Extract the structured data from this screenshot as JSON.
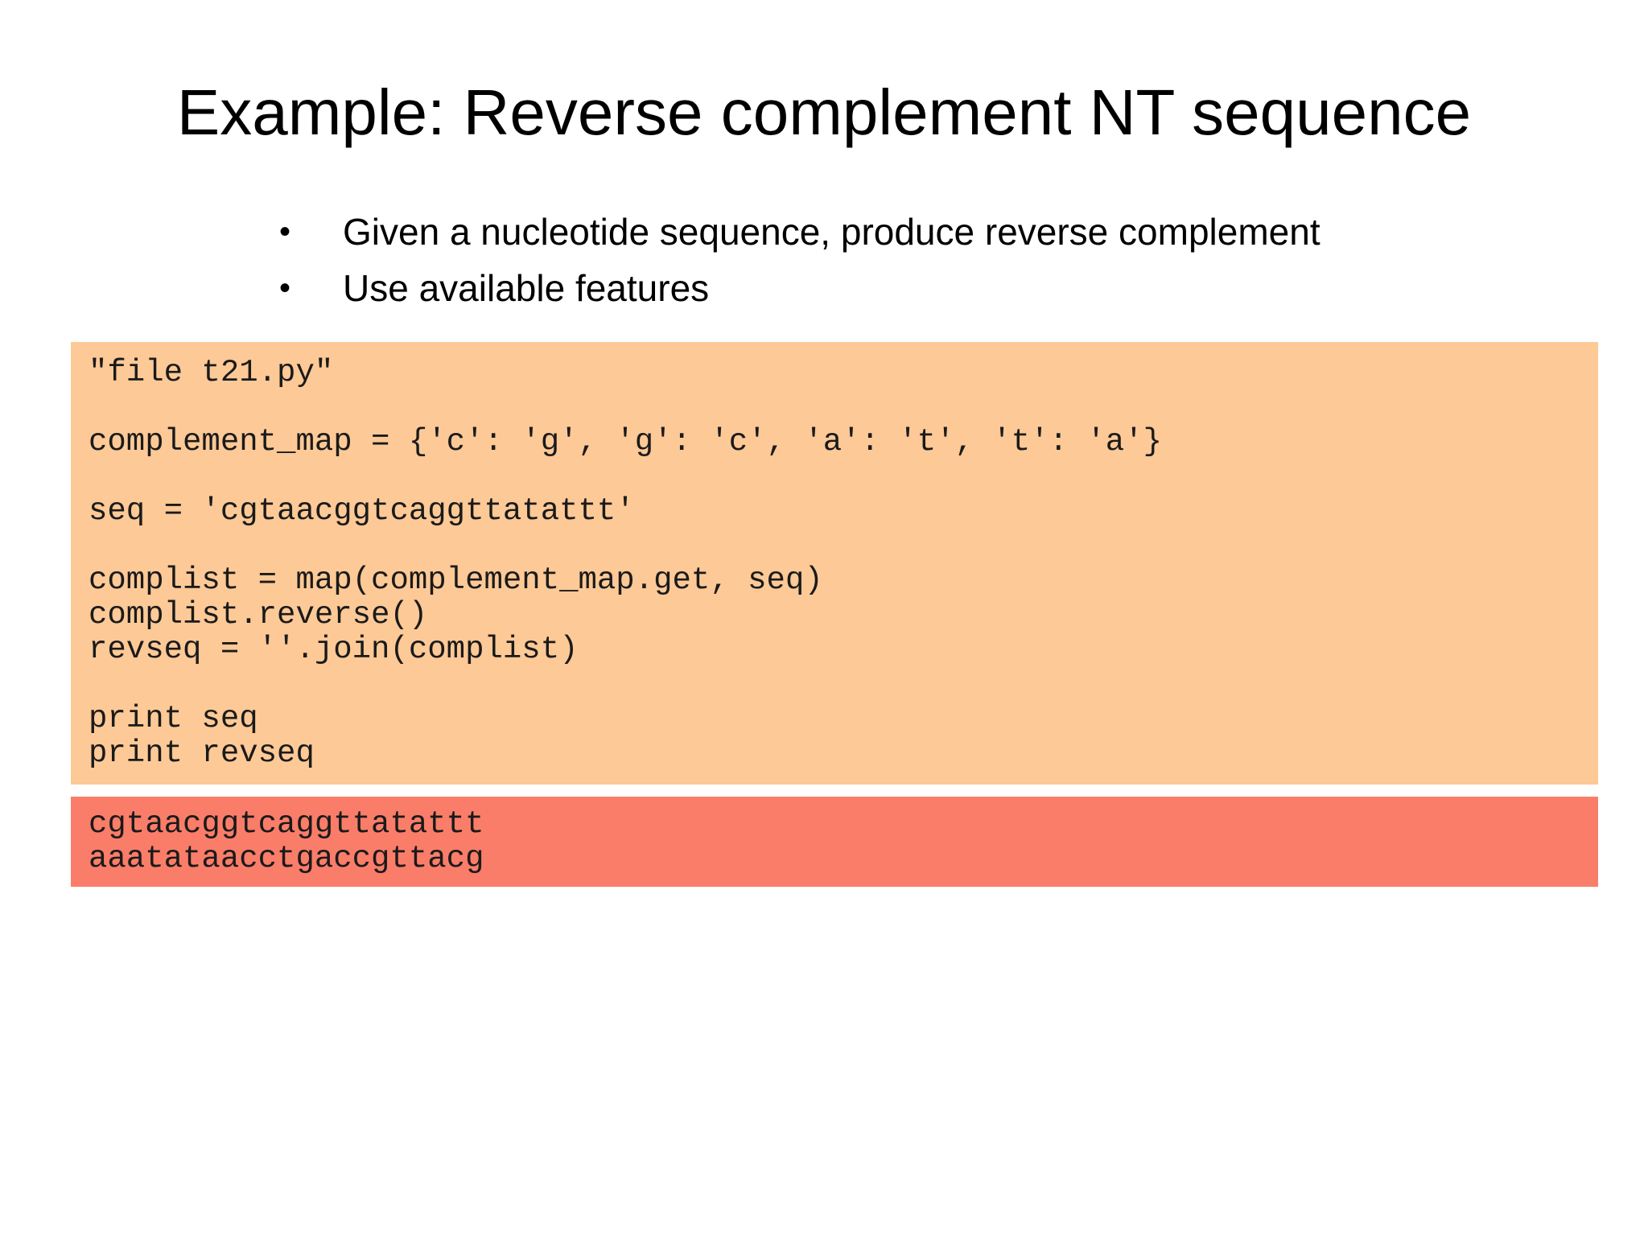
{
  "slide": {
    "title": "Example: Reverse complement NT sequence",
    "bullet_marker": "•",
    "bullets": [
      "Given a nucleotide sequence, produce reverse complement",
      "Use available features"
    ],
    "code_block": {
      "background": "#FDC996",
      "text_color": "#1a1a1a",
      "lines": [
        "\"file t21.py\"",
        "",
        "complement_map = {'c': 'g', 'g': 'c', 'a': 't', 't': 'a'}",
        "",
        "seq = 'cgtaacggtcaggttatattt'",
        "",
        "complist = map(complement_map.get, seq)",
        "complist.reverse()",
        "revseq = ''.join(complist)",
        "",
        "print seq",
        "print revseq"
      ]
    },
    "output_block": {
      "background": "#FA7D69",
      "text_color": "#1a1a1a",
      "lines": [
        "cgtaacggtcaggttatattt",
        "aaatataacctgaccgttacg"
      ]
    }
  }
}
